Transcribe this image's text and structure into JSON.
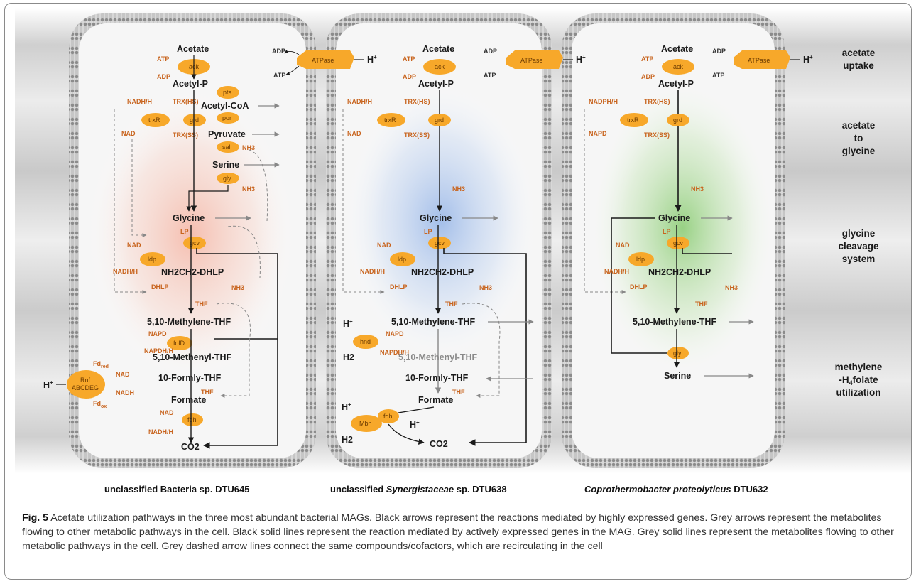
{
  "figure": {
    "side_labels": {
      "acetate_uptake": [
        "acetate",
        "uptake"
      ],
      "acetate_to_glycine": [
        "acetate",
        "to",
        "glycine"
      ],
      "glycine_cleavage": [
        "glycine",
        "cleavage",
        "system"
      ],
      "methylene_utilization": [
        "methylene",
        "-H",
        "4",
        "folate",
        "utilization"
      ]
    },
    "organisms": [
      {
        "name": "unclassified Bacteria sp. DTU645"
      },
      {
        "prefix": "unclassified ",
        "italic": "Synergistaceae",
        "suffix": " sp. DTU638"
      },
      {
        "italic": "Coprothermobacter proteolyticus",
        "suffix": " DTU632"
      }
    ],
    "common": {
      "acetate": "Acetate",
      "acetyl_p": "Acetyl-P",
      "atp": "ATP",
      "adp": "ADP",
      "ack": "ack",
      "atpase": "ATPase",
      "h_plus": "H",
      "plus": "+",
      "trx_hs": "TRX(HS)",
      "trx_ss": "TRX(SS)",
      "trxr": "trxR",
      "grd": "grd",
      "glycine": "Glycine",
      "gcv": "gcv",
      "ldp": "ldp",
      "lp": "LP",
      "nad_plus": "NAD",
      "nadh_h": "NADH/H",
      "dhlp": "DHLP",
      "nh2ch2_dhlp": "NH2CH2-DHLP",
      "nh3": "NH3",
      "thf": "THF",
      "methylene_thf": "5,10-Methylene-THF",
      "methenyl_thf": "5,10-Methenyl-THF",
      "formly_thf": "10-Formly-THF",
      "formate": "Formate",
      "fdh": "fdh",
      "co2": "CO2",
      "serine": "Serine",
      "gly": "gly",
      "napd": "NAPD",
      "napdh_h": "NAPDH/H"
    },
    "panel1": {
      "pta": "pta",
      "acetyl_coa": "Acetyl-CoA",
      "por": "por",
      "pyruvate": "Pyruvate",
      "sal": "sal",
      "serine": "Serine",
      "gly": "gly",
      "nadh_h_top": "NADH/H",
      "nad_left": "NAD",
      "fold": "folD",
      "napd": "NAPD",
      "napdh_h": "NAPDH/H",
      "rnf_line1": "Rnf",
      "rnf_line2": "ABCDEG",
      "fd_red": "Fd",
      "fd_red_sub": "red",
      "fd_ox": "Fd",
      "fd_ox_sub": "ox",
      "nadh": "NADH",
      "nad": "NAD"
    },
    "panel2": {
      "hnd": "hnd",
      "h2": "H2",
      "mbh": "Mbh",
      "nadh_h_top": "NADH/H",
      "nad_left": "NAD"
    },
    "panel3": {
      "napdh_h_top": "NADPH/H",
      "napd_left": "NAPD"
    }
  },
  "caption": {
    "label": "Fig. 5",
    "text": " Acetate utilization pathways in the three most abundant bacterial MAGs. Black arrows represent the reactions mediated by highly expressed genes. Grey arrows represent the metabolites flowing to other metabolic pathways in the cell. Black solid lines represent the reaction mediated by actively expressed genes in the MAG. Grey solid lines represent the metabolites flowing to other metabolic pathways in the cell. Grey dashed arrow lines connect the same compounds/cofactors, which are recirculating in the cell"
  }
}
